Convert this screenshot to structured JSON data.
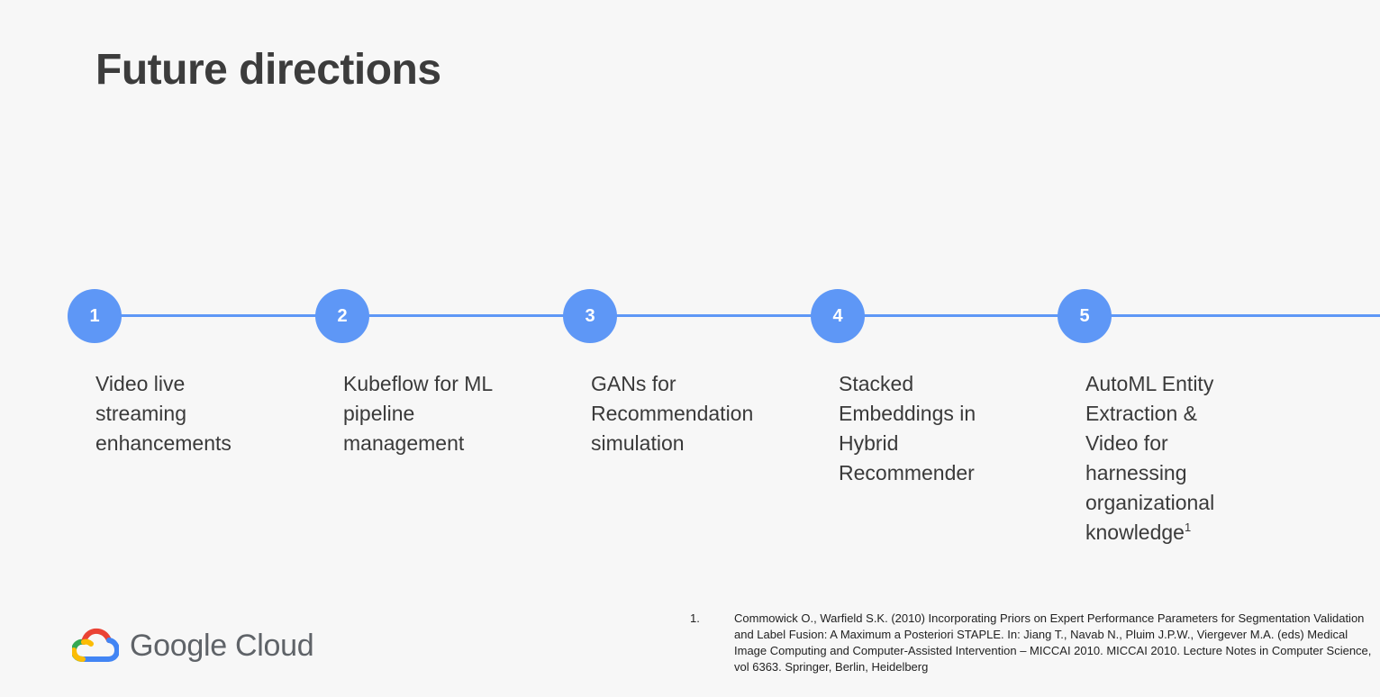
{
  "slide": {
    "title": "Future directions"
  },
  "timeline": {
    "accent_color": "#5e97f6",
    "steps": [
      {
        "number": "1",
        "label": "Video live streaming enhancements",
        "superscript": ""
      },
      {
        "number": "2",
        "label": "Kubeflow for ML pipeline management",
        "superscript": ""
      },
      {
        "number": "3",
        "label": "GANs for Recommendation simulation",
        "superscript": ""
      },
      {
        "number": "4",
        "label": "Stacked Embeddings in Hybrid Recommender",
        "superscript": ""
      },
      {
        "number": "5",
        "label": "AutoML Entity Extraction & Video for harnessing organizational knowledge",
        "superscript": "1"
      }
    ]
  },
  "logo": {
    "icon": "google-cloud-icon",
    "text": "Google Cloud"
  },
  "footnote": {
    "number": "1.",
    "text": "Commowick O., Warfield S.K. (2010) Incorporating Priors on Expert Performance Parameters for Segmentation Validation and Label Fusion: A Maximum a Posteriori STAPLE. In: Jiang T., Navab N., Pluim J.P.W., Viergever M.A. (eds) Medical Image Computing and Computer-Assisted Intervention – MICCAI 2010. MICCAI 2010. Lecture Notes in Computer Science, vol 6363. Springer, Berlin, Heidelberg"
  }
}
